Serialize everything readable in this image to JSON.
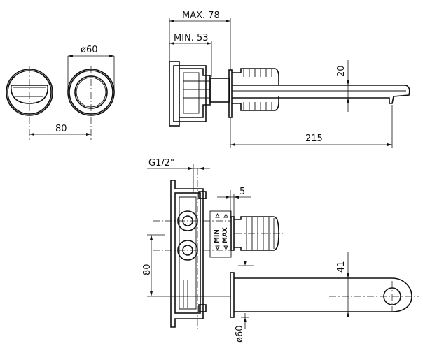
{
  "dimensions": {
    "max_depth": "MAX. 78",
    "min_depth": "MIN. 53",
    "rosette_diameter_top": "ø60",
    "spacing_top": "80",
    "spout_height": "20",
    "spout_length": "215",
    "thread": "G1/2\"",
    "gap": "5",
    "spacing_front": "80",
    "spout_offset": "41",
    "rosette_diameter_bottom": "ø60"
  },
  "markings": {
    "min_label": "MIN",
    "max_label": "MAX"
  }
}
